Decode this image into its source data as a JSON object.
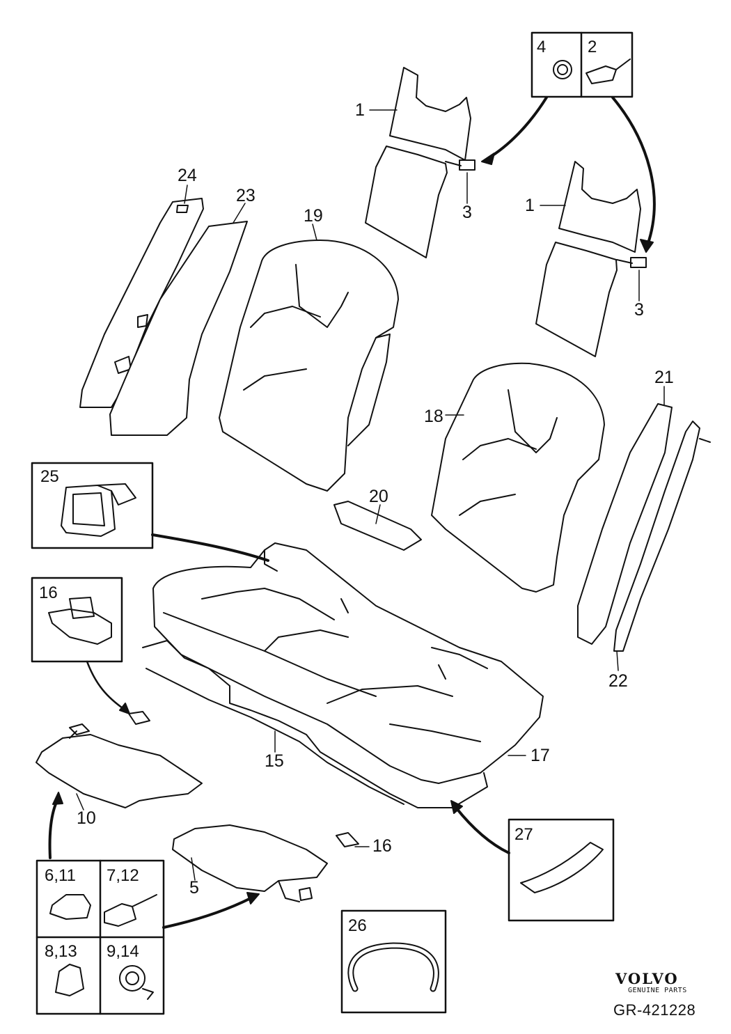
{
  "callouts": {
    "c1a": "1",
    "c1b": "1",
    "c2": "2",
    "c3a": "3",
    "c3b": "3",
    "c4": "4",
    "c5": "5",
    "c10": "10",
    "c15": "15",
    "c16a": "16",
    "c16b": "16",
    "c17": "17",
    "c18": "18",
    "c19": "19",
    "c20": "20",
    "c21": "21",
    "c22": "22",
    "c23": "23",
    "c24": "24",
    "c25": "25",
    "c26": "26",
    "c27": "27",
    "c6_11": "6,11",
    "c7_12": "7,12",
    "c8_13": "8,13",
    "c9_14": "9,14"
  },
  "brand": {
    "name": "VOLVO",
    "tagline": "GENUINE PARTS"
  },
  "reference": "GR-421228",
  "colors": {
    "line": "#111111",
    "fill_light": "#f3f3f3",
    "background": "#ffffff"
  }
}
